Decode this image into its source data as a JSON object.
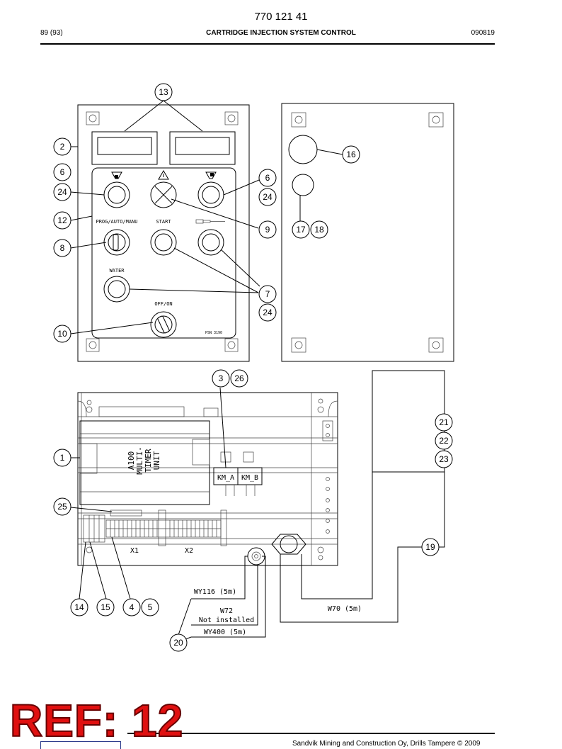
{
  "header": {
    "doc_number": "770 121 41",
    "page": "89 (93)",
    "title": "CARTRIDGE INJECTION SYSTEM CONTROL",
    "date": "090819"
  },
  "panel": {
    "labels": {
      "prog": "PROG/AUTO/MANU",
      "start": "START",
      "water": "WATER",
      "offon": "OFF/ON",
      "part": "PSN 3190"
    }
  },
  "cabinet": {
    "unit_label": [
      "A100",
      "MULTI-",
      "TIMER",
      "UNIT"
    ],
    "km_a": "KM_A",
    "km_b": "KM_B",
    "x1": "X1",
    "x2": "X2"
  },
  "cables": {
    "wy116": "WY116 (5m)",
    "w72_line1": "W72",
    "w72_line2": "Not installed",
    "wy400": "WY400 (5m)",
    "w70": "W70 (5m)"
  },
  "callouts": [
    "13",
    "2",
    "6",
    "24",
    "12",
    "8",
    "10",
    "6",
    "24",
    "9",
    "7",
    "24",
    "16",
    "17",
    "18",
    "3",
    "26",
    "1",
    "25",
    "14",
    "15",
    "4",
    "5",
    "20",
    "21",
    "22",
    "23",
    "19"
  ],
  "footer": {
    "ref_stamp": "REF: 12",
    "text": "Sandvik Mining and Construction Oy, Drills Tampere © 2009"
  }
}
